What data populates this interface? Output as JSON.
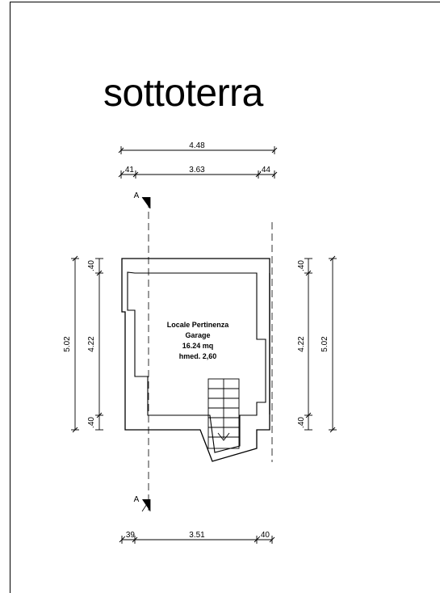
{
  "title": "sottoterra",
  "room": {
    "name": "Locale Pertinenza",
    "use": "Garage",
    "area": "16.24 mq",
    "height": "hmed. 2,60"
  },
  "section_marker": "A",
  "dimensions": {
    "top_total": "4.48",
    "top_left": ".41",
    "top_mid": "3.63",
    "top_right": ".44",
    "bottom_left": ".39",
    "bottom_mid": "3.51",
    "bottom_right": ".40",
    "left_top": ".40",
    "left_mid": "4.22",
    "left_bottom": ".40",
    "left_total": "5.02",
    "right_top": ".40",
    "right_mid": "4.22",
    "right_bottom": ".40",
    "right_total": "5.02"
  }
}
